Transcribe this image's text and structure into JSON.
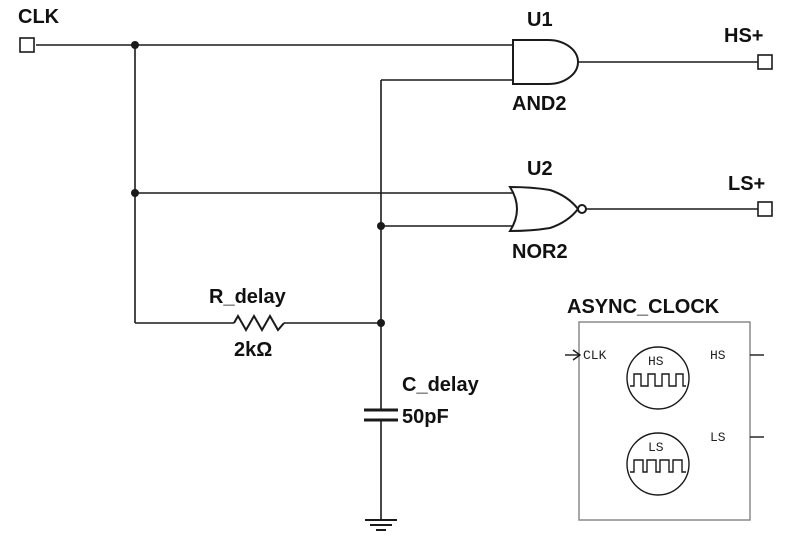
{
  "ports": {
    "clk": "CLK",
    "hs_out": "HS+",
    "ls_out": "LS+"
  },
  "gates": {
    "u1": {
      "ref": "U1",
      "type": "AND2"
    },
    "u2": {
      "ref": "U2",
      "type": "NOR2"
    }
  },
  "resistor": {
    "name": "R_delay",
    "value": "2kΩ"
  },
  "capacitor": {
    "name": "C_delay",
    "value": "50pF"
  },
  "block": {
    "title": "ASYNC_CLOCK",
    "pin_clk": "CLK",
    "pin_hs": "HS",
    "pin_ls": "LS",
    "icon_hs": "HS",
    "icon_ls": "LS"
  }
}
